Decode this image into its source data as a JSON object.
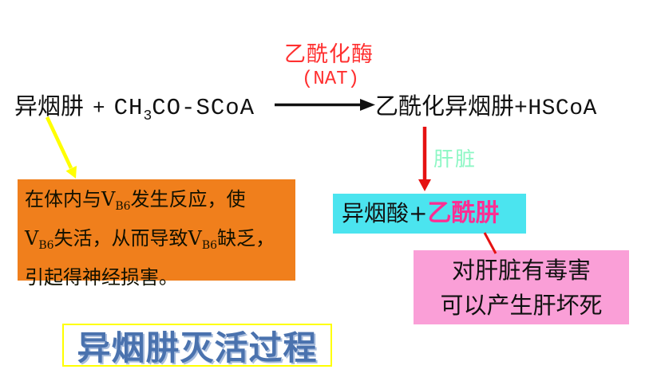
{
  "colors": {
    "red_text": "#ff3030",
    "red_arrow": "#e51212",
    "yellow": "#ffff00",
    "black": "#111111",
    "orange_box_bg": "#f07f1c",
    "cyan_box_bg": "#4be4ef",
    "pink_box_bg": "#fa9fd7",
    "magenta_text": "#ff2e93",
    "mint_text": "#8cf7c4",
    "title_blue": "#4a72ae"
  },
  "enzyme": {
    "name": "乙酰化酶",
    "abbr": "(NAT)"
  },
  "reaction": {
    "reactant1": "异烟肼",
    "plus": "+",
    "reactant2_prefix": "CH",
    "reactant2_sub": "3",
    "reactant2_suffix": "CO-SCoA",
    "product_cjk": "乙酰化异烟肼",
    "product_latin": "+HSCoA"
  },
  "liver_label": "肝脏",
  "orange_box": {
    "line1": [
      "在体内与",
      "V",
      "B6",
      "发生反应，使"
    ],
    "line2": [
      "V",
      "B6",
      "失活，从而导致",
      "V",
      "B6",
      "缺乏，"
    ],
    "line3": [
      "引起得神经损害。"
    ]
  },
  "cyan_box": {
    "black_part": "异烟酸+",
    "magenta_part": "乙酰肼"
  },
  "pink_box": {
    "line1": "对肝脏有毒害",
    "line2": "可以产生肝坏死"
  },
  "title": "异烟肼灭活过程"
}
